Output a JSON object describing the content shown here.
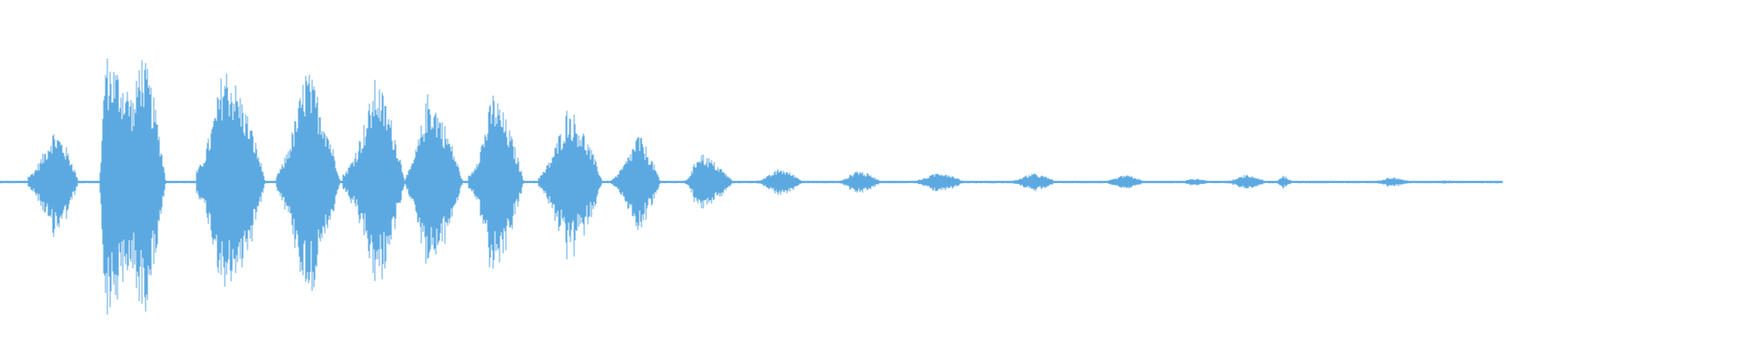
{
  "waveform": {
    "color": "#5ca9e1",
    "background": "#ffffff",
    "duration_fraction_shown": 0.86,
    "bursts": [
      {
        "center": 0.03,
        "peak": 0.3,
        "tail": 0.12,
        "start": 0.016,
        "end": 0.045
      },
      {
        "center": 0.06,
        "peak": 0.74,
        "tail": 0.22,
        "start": 0.057,
        "end": 0.093
      },
      {
        "center": 0.08,
        "peak": 0.76,
        "tail": 0.25,
        "start": 0.07,
        "end": 0.095
      },
      {
        "center": 0.128,
        "peak": 0.68,
        "tail": 0.2,
        "start": 0.112,
        "end": 0.152
      },
      {
        "center": 0.175,
        "peak": 0.66,
        "tail": 0.15,
        "start": 0.158,
        "end": 0.195
      },
      {
        "center": 0.215,
        "peak": 0.6,
        "tail": 0.15,
        "start": 0.196,
        "end": 0.232
      },
      {
        "center": 0.245,
        "peak": 0.52,
        "tail": 0.12,
        "start": 0.232,
        "end": 0.265
      },
      {
        "center": 0.282,
        "peak": 0.52,
        "tail": 0.12,
        "start": 0.268,
        "end": 0.3
      },
      {
        "center": 0.325,
        "peak": 0.44,
        "tail": 0.1,
        "start": 0.308,
        "end": 0.345
      },
      {
        "center": 0.365,
        "peak": 0.28,
        "tail": 0.06,
        "start": 0.35,
        "end": 0.378
      },
      {
        "center": 0.4,
        "peak": 0.18,
        "tail": 0.03,
        "start": 0.392,
        "end": 0.42
      },
      {
        "center": 0.446,
        "peak": 0.08,
        "tail": 0.02,
        "start": 0.432,
        "end": 0.46
      },
      {
        "center": 0.49,
        "peak": 0.07,
        "tail": 0.02,
        "start": 0.48,
        "end": 0.505
      },
      {
        "center": 0.537,
        "peak": 0.06,
        "tail": 0.02,
        "start": 0.522,
        "end": 0.552
      },
      {
        "center": 0.59,
        "peak": 0.05,
        "tail": 0.02,
        "start": 0.578,
        "end": 0.605
      },
      {
        "center": 0.643,
        "peak": 0.04,
        "tail": 0.02,
        "start": 0.632,
        "end": 0.655
      },
      {
        "center": 0.682,
        "peak": 0.02,
        "tail": 0.01,
        "start": 0.675,
        "end": 0.693
      },
      {
        "center": 0.712,
        "peak": 0.04,
        "tail": 0.02,
        "start": 0.702,
        "end": 0.725
      },
      {
        "center": 0.734,
        "peak": 0.04,
        "tail": 0.01,
        "start": 0.73,
        "end": 0.74
      },
      {
        "center": 0.795,
        "peak": 0.03,
        "tail": 0.01,
        "start": 0.785,
        "end": 0.808
      },
      {
        "center": 0.826,
        "peak": 0.01,
        "tail": 0.01,
        "start": 0.82,
        "end": 0.834
      }
    ],
    "baseline_segments": [
      {
        "start": 0.0,
        "end": 0.016
      },
      {
        "start": 0.74,
        "end": 0.79
      },
      {
        "start": 0.86,
        "end": 0.865
      }
    ]
  }
}
